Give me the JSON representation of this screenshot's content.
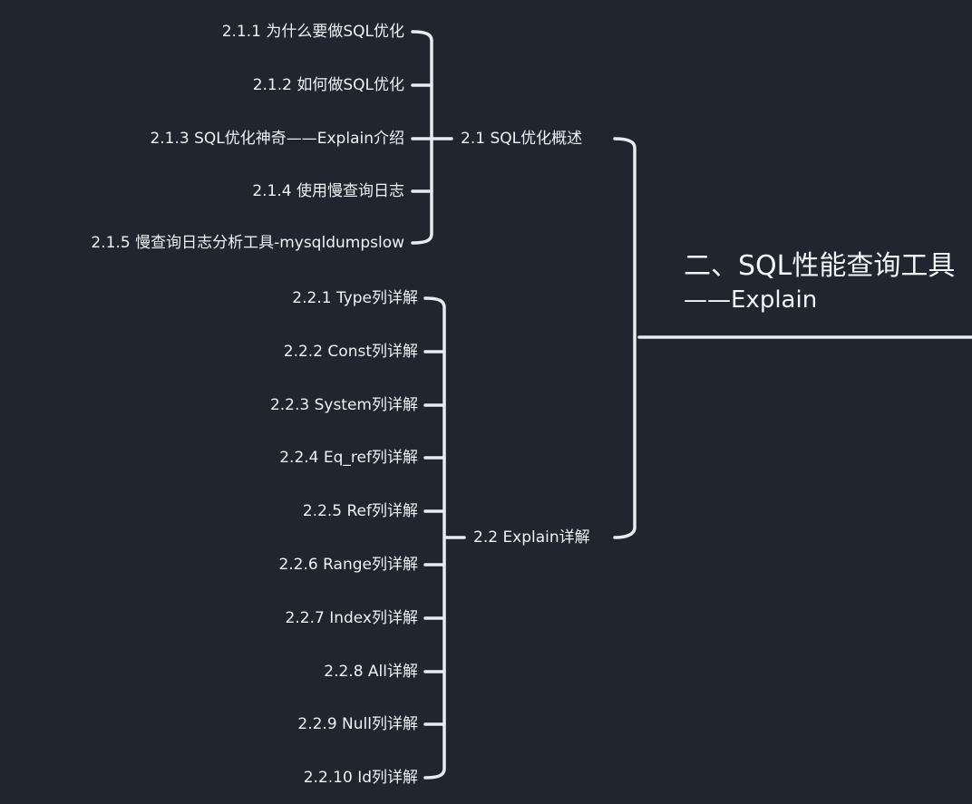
{
  "root": {
    "line1": "二、SQL性能查询工具",
    "line2": "——Explain"
  },
  "branches": [
    {
      "label": "2.1 SQL优化概述",
      "children": [
        "2.1.1 为什么要做SQL优化",
        "2.1.2 如何做SQL优化",
        "2.1.3 SQL优化神奇——Explain介绍",
        "2.1.4 使用慢查询日志",
        "2.1.5 慢查询日志分析工具-mysqldumpslow"
      ]
    },
    {
      "label": "2.2 Explain详解",
      "children": [
        "2.2.1 Type列详解",
        "2.2.2 Const列详解",
        "2.2.3 System列详解",
        "2.2.4 Eq_ref列详解",
        "2.2.5 Ref列详解",
        "2.2.6 Range列详解",
        "2.2.7 Index列详解",
        "2.2.8 All详解",
        "2.2.9 Null列详解",
        "2.2.10 Id列详解"
      ]
    }
  ]
}
